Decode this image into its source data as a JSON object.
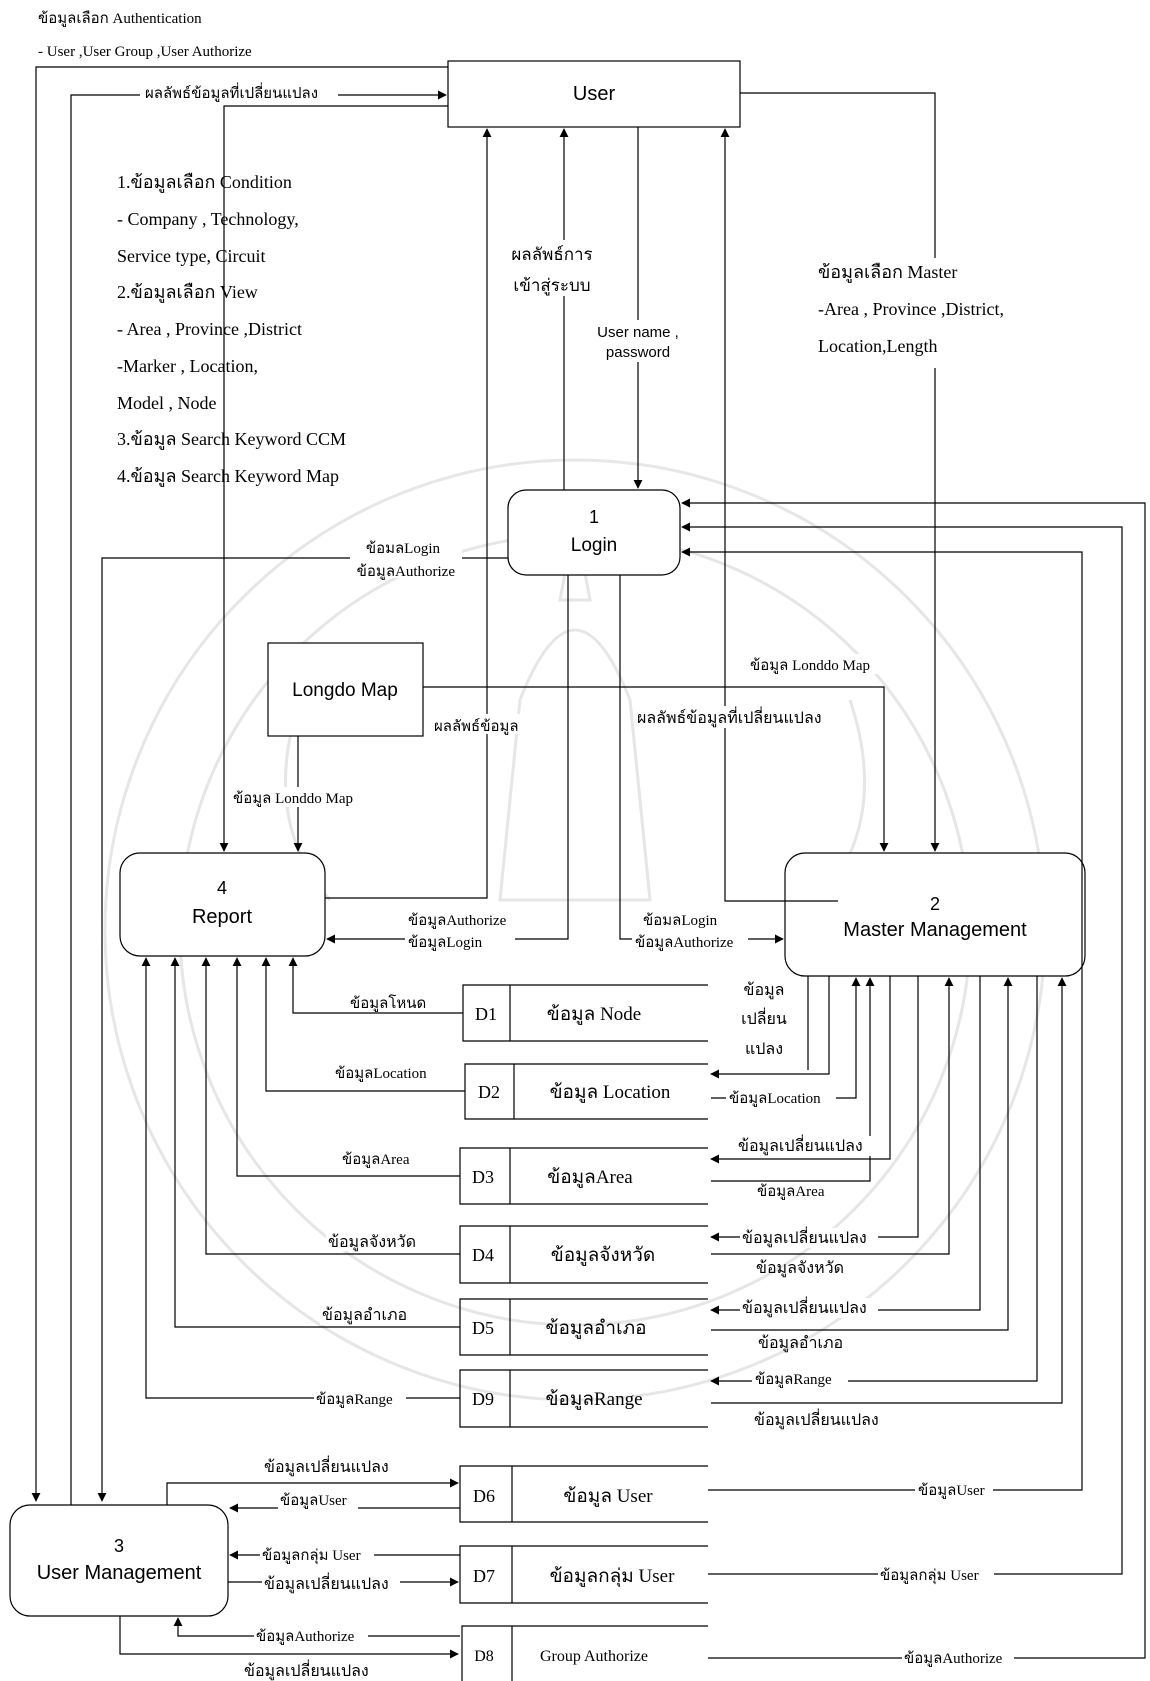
{
  "top_notes": {
    "auth_title": "ข้อมูลเลือก Authentication",
    "auth_items": "- User ,User Group ,User Authorize",
    "user_change_result": "ผลลัพธ์ข้อมูลที่เปลี่ยนแปลง"
  },
  "entities": {
    "user": "User",
    "longdo": "Longdo Map"
  },
  "processes": {
    "login": {
      "num": "1",
      "name": "Login"
    },
    "master": {
      "num": "2",
      "name": "Master Management"
    },
    "usermgmt": {
      "num": "3",
      "name": "User Management"
    },
    "report": {
      "num": "4",
      "name": "Report"
    }
  },
  "condition_notes": [
    "1.ข้อมูลเลือก Condition",
    "- Company , Technology,",
    "Service type, Circuit",
    "2.ข้อมูลเลือก View",
    "- Area , Province ,District",
    "-Marker , Location,",
    "Model , Node",
    "3.ข้อมูล Search Keyword CCM",
    "4.ข้อมูล Search Keyword Map"
  ],
  "master_notes": [
    "ข้อมูลเลือก Master",
    "-Area , Province ,District,",
    "Location,Length"
  ],
  "flows": {
    "login_result_1": "ผลลัพธ์การ",
    "login_result_2": "เข้าสู่ระบบ",
    "username_1": "User name ,",
    "username_2": "password",
    "login_data": "ข้อมลLogin",
    "authorize_data": "ข้อมูลAuthorize",
    "result_data": "ผลลัพธ์ข้อมูล",
    "longdo_data": "ข้อมูล Londdo Map",
    "longdo_data_right": "ข้อมูล Londdo Map",
    "change_result_mid": "ผลลัพธ์ข้อมูลที่เปลี่ยนแปลง",
    "report_auth": "ข้อมูลAuthorize",
    "report_login": "ข้อมูลLogin",
    "master_login": "ข้อมลLogin",
    "master_auth": "ข้อมูลAuthorize",
    "node_out": "ข้อมูลโหนด",
    "node_change_1": "ข้อมูล",
    "node_change_2": "เปลี่ยน",
    "node_change_3": "แปลง",
    "loc_out": "ข้อมูลLocation",
    "loc_in": "ข้อมูลLocation",
    "area_out": "ข้อมูลArea",
    "area_change": "ข้อมูลเปลี่ยนแปลง",
    "area_in": "ข้อมูลArea",
    "prov_out": "ข้อมูลจังหวัด",
    "prov_change": "ข้อมูลเปลี่ยนแปลง",
    "prov_in": "ข้อมูลจังหวัด",
    "dist_out": "ข้อมูลอำเภอ",
    "dist_change": "ข้อมูลเปลี่ยนแปลง",
    "dist_in": "ข้อมูลอำเภอ",
    "range_out": "ข้อมูลRange",
    "range_in": "ข้อมูลRange",
    "range_change": "ข้อมูลเปลี่ยนแปลง",
    "d6_change": "ข้อมูลเปลี่ยนแปลง",
    "d6_user": "ข้อมูลUser",
    "d6_to_login": "ข้อมูลUser",
    "d7_group": "ข้อมูลกลุ่ม User",
    "d7_change": "ข้อมูลเปลี่ยนแปลง",
    "d7_to_login": "ข้อมูลกลุ่ม User",
    "d8_auth": "ข้อมูลAuthorize",
    "d8_change": "ข้อมูลเปลี่ยนแปลง",
    "d8_to_login": "ข้อมูลAuthorize"
  },
  "datastores": [
    {
      "id": "D1",
      "name": "ข้อมูล Node"
    },
    {
      "id": "D2",
      "name": "ข้อมูล Location"
    },
    {
      "id": "D3",
      "name": "ข้อมูลArea"
    },
    {
      "id": "D4",
      "name": "ข้อมูลจังหวัด"
    },
    {
      "id": "D5",
      "name": "ข้อมูลอำเภอ"
    },
    {
      "id": "D9",
      "name": "ข้อมูลRange"
    },
    {
      "id": "D6",
      "name": "ข้อมูล User"
    },
    {
      "id": "D7",
      "name": "ข้อมูลกลุ่ม User"
    },
    {
      "id": "D8",
      "name": "Group Authorize"
    }
  ]
}
